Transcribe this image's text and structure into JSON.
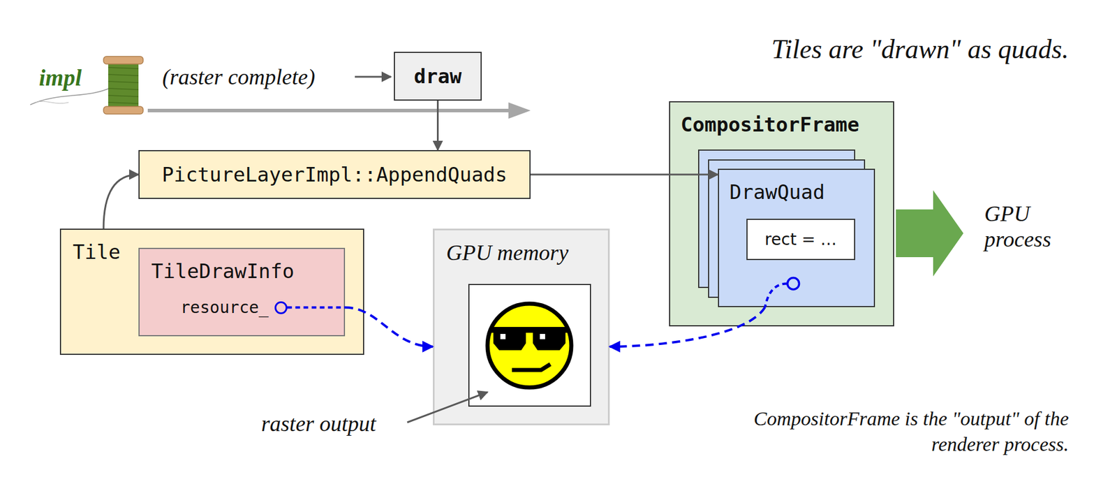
{
  "diagram": {
    "title": "Tiles are \"drawn\" as quads.",
    "caption": "CompositorFrame is the \"output\" of the renderer process.",
    "nodes": [
      {
        "text": [
          "draw"
        ]
      },
      {
        "text": [
          "PictureLayerImpl::AppendQuads"
        ]
      },
      {
        "text": [
          "Tile"
        ]
      },
      {
        "text": [
          "TileDrawInfo",
          "resource_"
        ],
        "in": 2
      },
      {
        "text": [
          "GPU memory"
        ]
      },
      {
        "text": [
          "CompositorFrame"
        ]
      },
      {
        "text": [
          "DrawQuad"
        ],
        "in": 5
      },
      {
        "text": [
          "rect = …"
        ],
        "in": 6
      }
    ],
    "edges": [
      {
        "from": 0,
        "to": 1,
        "arrow": "to"
      },
      {
        "from": 2,
        "to": 1,
        "arrow": "to"
      },
      {
        "from": 1,
        "to": 6,
        "arrow": "to"
      },
      {
        "from": 3,
        "to": 4,
        "arrow": "to"
      },
      {
        "from": 6,
        "to": 4,
        "arrow": "to"
      }
    ],
    "labels": [
      "impl",
      "(raster complete)",
      "raster output",
      "GPU process"
    ]
  }
}
